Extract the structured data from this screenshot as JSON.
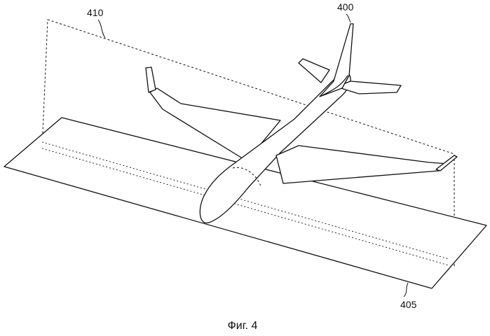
{
  "figure": {
    "labels": {
      "plane_ref": "410",
      "aircraft_ref": "400",
      "runway_ref": "405"
    },
    "caption": "Фиг. 4"
  }
}
